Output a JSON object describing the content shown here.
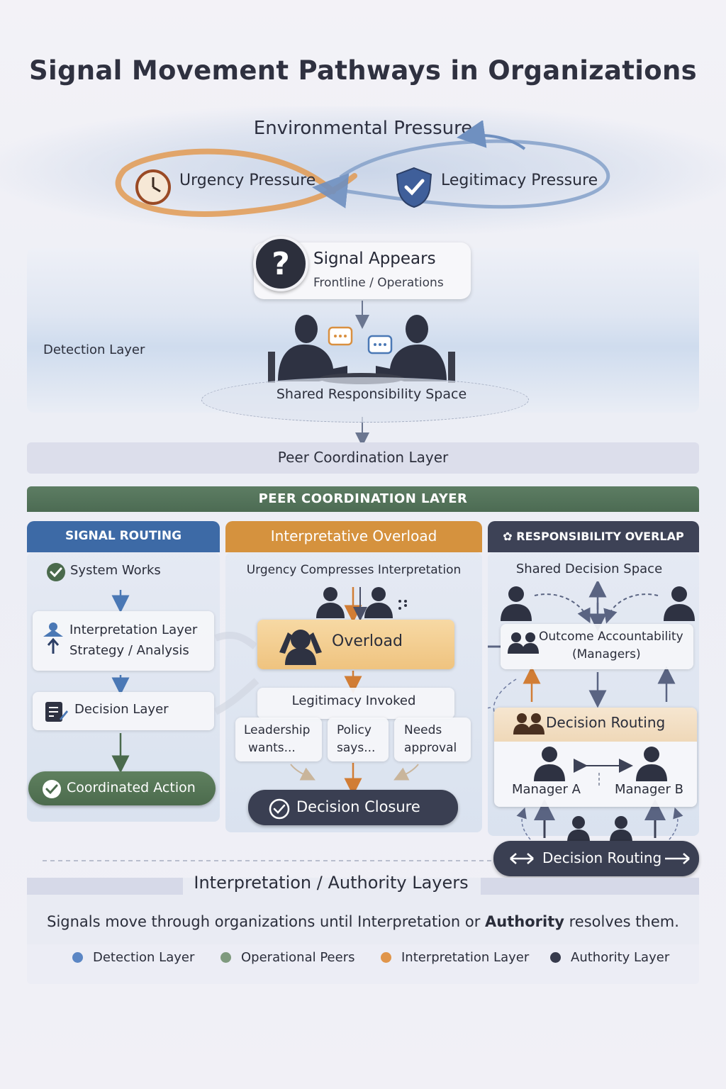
{
  "title": "Signal Movement Pathways in Organizations",
  "environment": {
    "title": "Environmental Pressure",
    "urgency": {
      "label": "Urgency Pressure",
      "icon": "clock-icon"
    },
    "legitimacy": {
      "label": "Legitimacy Pressure",
      "icon": "shield-check-icon"
    }
  },
  "signal": {
    "title": "Signal Appears",
    "subtitle": "Frontline / Operations",
    "icon": "question-icon"
  },
  "detection": {
    "label": "Detection Layer",
    "shared_space": "Shared Responsibility Space"
  },
  "peer_strip": "Peer Coordination Layer",
  "peer_banner": "PEER COORDINATION LAYER",
  "signal_routing": {
    "header": "SIGNAL ROUTING",
    "system_works": "System Works",
    "interpretation_line1": "Interpretation Layer",
    "interpretation_line2": "Strategy / Analysis",
    "decision_layer": "Decision Layer",
    "coordinated_action": "Coordinated Action"
  },
  "interpretative": {
    "header": "Interpretative Overload",
    "subtitle": "Urgency Compresses Interpretation",
    "overload": "Overload",
    "legitimacy": "Legitimacy Invoked",
    "reason1_line1": "Leadership",
    "reason1_line2": "wants...",
    "reason2_line1": "Policy",
    "reason2_line2": "says...",
    "reason3_line1": "Needs",
    "reason3_line2": "approval",
    "closure": "Decision Closure"
  },
  "responsibility": {
    "header": "RESPONSIBILITY OVERLAP",
    "subtitle": "Shared Decision Space",
    "accountability_line1": "Outcome Accountability",
    "accountability_line2": "(Managers)",
    "routing_title": "Decision Routing",
    "manager_a": "Manager A",
    "manager_b": "Manager B",
    "routing_pill": "Decision Routing"
  },
  "interpretation_strip": {
    "title": "Interpretation / Authority Layers",
    "summary_part1": "Signals move through organizations until Interpretation or ",
    "summary_bold": "Authority",
    "summary_part2": " resolves them."
  },
  "legend": [
    {
      "label": "Detection Layer",
      "color": "#5b86c4"
    },
    {
      "label": "Operational Peers",
      "color": "#7f9a7e"
    },
    {
      "label": "Interpretation Layer",
      "color": "#e0954a"
    },
    {
      "label": "Authority Layer",
      "color": "#363a4c"
    }
  ]
}
